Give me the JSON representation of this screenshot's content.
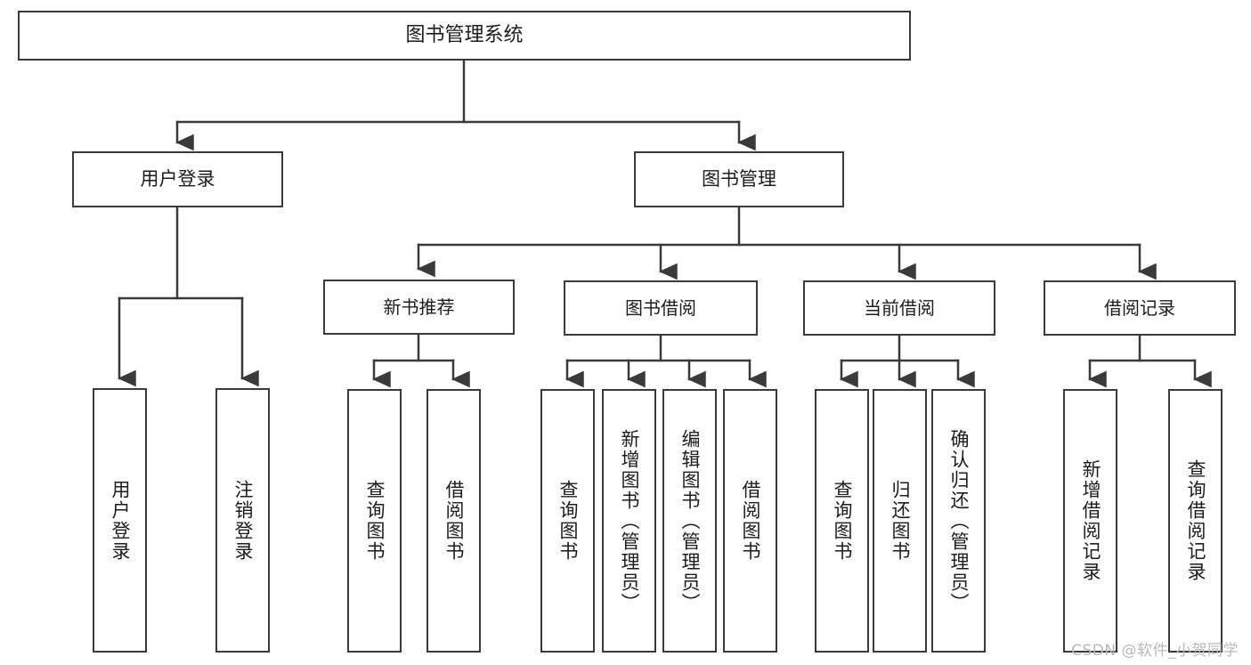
{
  "diagram": {
    "type": "tree",
    "title": "图书管理系统",
    "orientation": "top-down",
    "colors": {
      "background": "#ffffff",
      "box_border": "#3a3a3a",
      "box_fill": "#ffffff",
      "connector": "#3a3a3a",
      "text": "#1c1c1c",
      "watermark": "#b9b9b9"
    }
  },
  "nodes": {
    "root": {
      "label": "图书管理系统"
    },
    "level2": [
      {
        "id": "user-login",
        "label": "用户登录"
      },
      {
        "id": "book-manage",
        "label": "图书管理"
      }
    ],
    "level3": [
      {
        "id": "new-book-recommend",
        "label": "新书推荐"
      },
      {
        "id": "book-borrow",
        "label": "图书借阅"
      },
      {
        "id": "current-borrow",
        "label": "当前借阅"
      },
      {
        "id": "borrow-record",
        "label": "借阅记录"
      }
    ],
    "leaves": {
      "user_login": [
        {
          "id": "leaf-user-login",
          "label": "用户登录"
        },
        {
          "id": "leaf-logout",
          "label": "注销登录"
        }
      ],
      "new_book_recommend": [
        {
          "id": "leaf-query-book-1",
          "label": "查询图书"
        },
        {
          "id": "leaf-borrow-book-1",
          "label": "借阅图书"
        }
      ],
      "book_borrow": [
        {
          "id": "leaf-query-book-2",
          "label": "查询图书"
        },
        {
          "id": "leaf-add-book",
          "label": "新增图书（管理员）"
        },
        {
          "id": "leaf-edit-book",
          "label": "编辑图书（管理员）"
        },
        {
          "id": "leaf-borrow-book-2",
          "label": "借阅图书"
        }
      ],
      "current_borrow": [
        {
          "id": "leaf-query-book-3",
          "label": "查询图书"
        },
        {
          "id": "leaf-return-book",
          "label": "归还图书"
        },
        {
          "id": "leaf-confirm-return",
          "label": "确认归还（管理员）"
        }
      ],
      "borrow_record": [
        {
          "id": "leaf-add-record",
          "label": "新增借阅记录"
        },
        {
          "id": "leaf-query-record",
          "label": "查询借阅记录"
        }
      ]
    }
  },
  "watermark": {
    "text": "CSDN @软件_小贺同学"
  }
}
